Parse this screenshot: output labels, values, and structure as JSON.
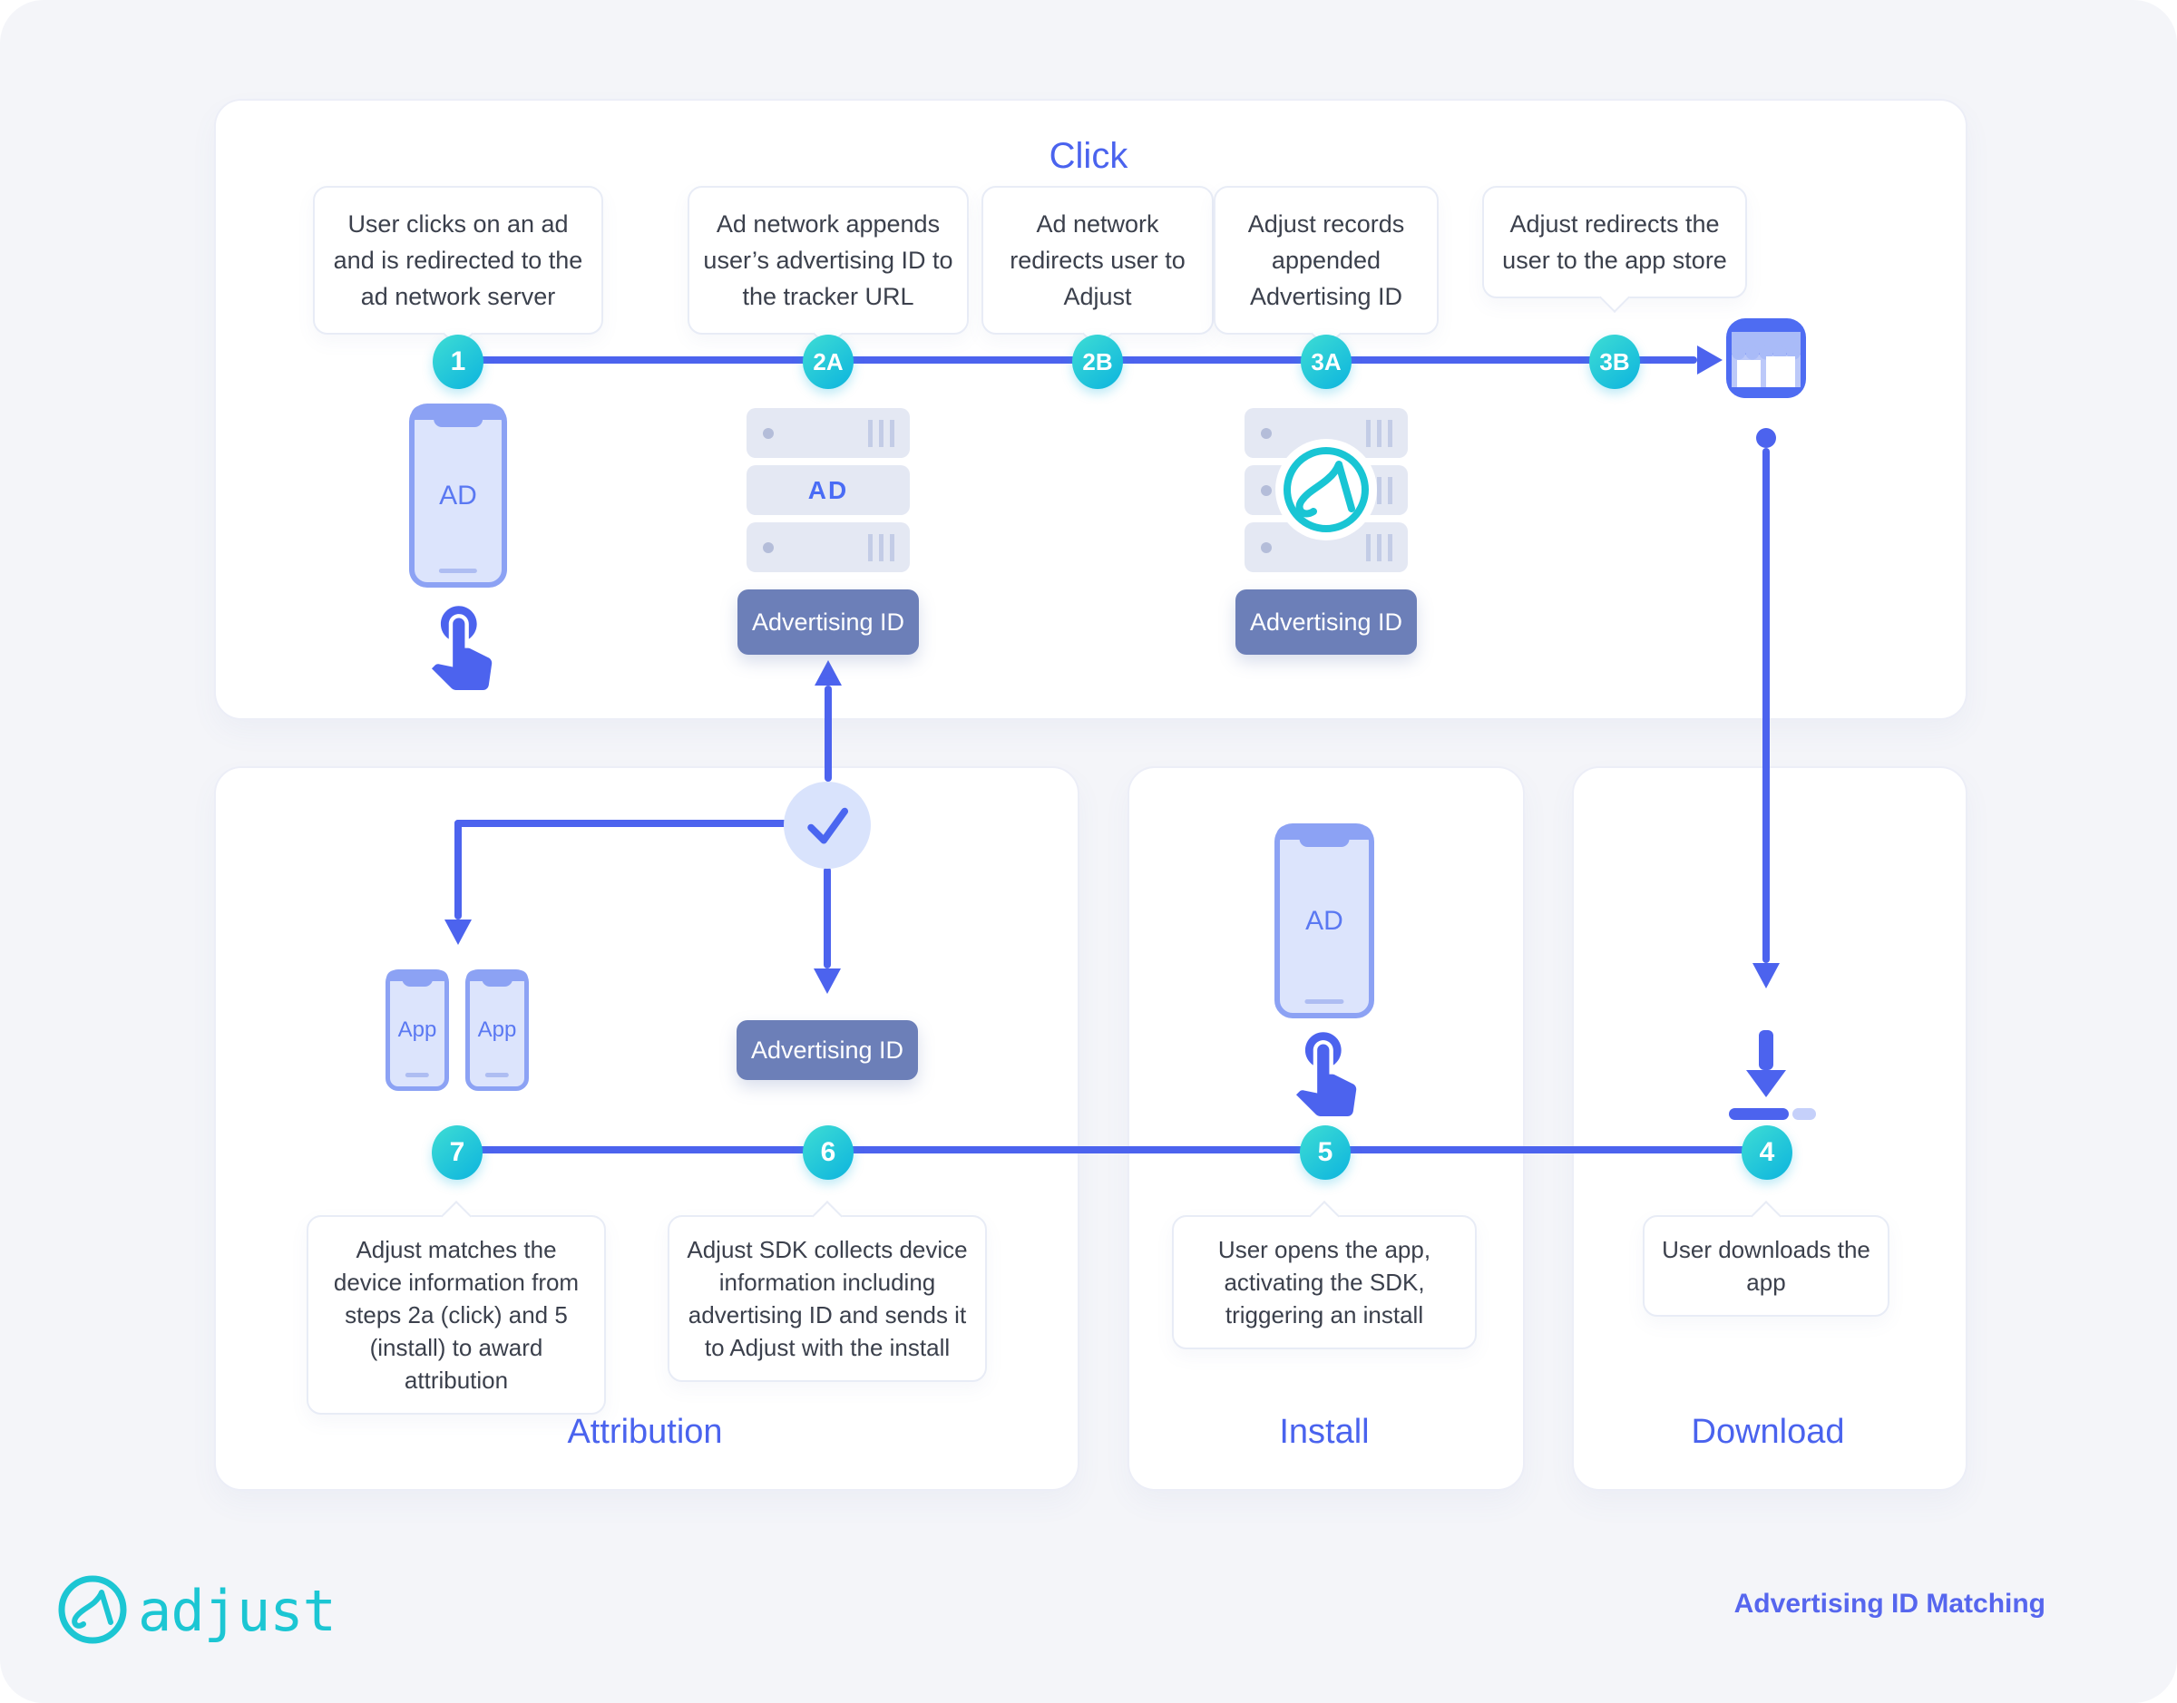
{
  "click": {
    "title": "Click",
    "steps": [
      {
        "id": "1",
        "tooltip": "User clicks on an ad and is redirected to the ad network server"
      },
      {
        "id": "2A",
        "tooltip": "Ad network appends user’s advertising ID to the tracker URL"
      },
      {
        "id": "2B",
        "tooltip": "Ad network redirects user to Adjust"
      },
      {
        "id": "3A",
        "tooltip": "Adjust records appended Advertising ID"
      },
      {
        "id": "3B",
        "tooltip": "Adjust redirects the user to the app store"
      }
    ],
    "phone_screen_label": "AD",
    "ad_server_label": "AD",
    "advertising_id_badge": "Advertising ID",
    "adjust_server_advertising_id_badge": "Advertising ID"
  },
  "attribution": {
    "title": "Attribution",
    "steps": [
      {
        "id": "7",
        "tooltip": "Adjust matches the device information from steps 2a (click) and 5 (install) to award attribution"
      },
      {
        "id": "6",
        "tooltip": "Adjust SDK collects device information including advertising ID and sends it to Adjust with the install"
      }
    ],
    "phone_labels": [
      "App",
      "App"
    ],
    "advertising_id_badge": "Advertising ID"
  },
  "install": {
    "title": "Install",
    "steps": [
      {
        "id": "5",
        "tooltip": "User opens the app, activating the SDK, triggering an install"
      }
    ],
    "phone_screen_label": "AD"
  },
  "download": {
    "title": "Download",
    "steps": [
      {
        "id": "4",
        "tooltip": "User downloads the app"
      }
    ]
  },
  "footer": {
    "brand": "adjust",
    "caption": "Advertising ID Matching"
  },
  "colors": {
    "accent_blue": "#4c63ee",
    "step_teal": "#14c4d8",
    "badge_slate": "#6c7fb8",
    "brand_teal": "#1cc6d3",
    "page_background": "#f4f5f9"
  }
}
